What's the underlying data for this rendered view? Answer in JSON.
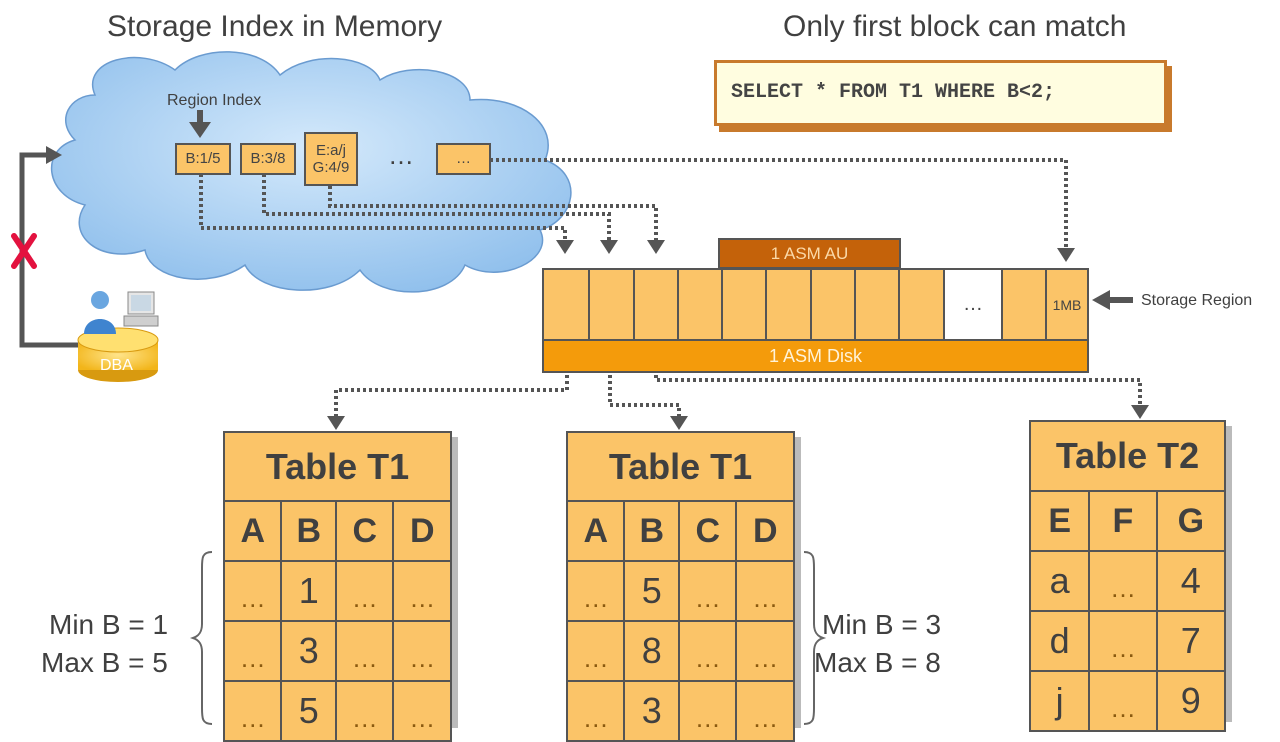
{
  "titles": {
    "left": "Storage Index in Memory",
    "right": "Only first block can match"
  },
  "query": "SELECT * FROM T1 WHERE B<2;",
  "region_index": {
    "label": "Region Index",
    "entries": [
      "B:1/5",
      "B:3/8",
      "E:a/j\nG:4/9",
      "…"
    ],
    "gap": "…"
  },
  "dba": {
    "label": "DBA"
  },
  "storage": {
    "au_label": "1 ASM AU",
    "disk_label": "1 ASM Disk",
    "region_cell": "1MB",
    "dots_cell": "…",
    "region_label": "Storage Region"
  },
  "tables": [
    {
      "name": "Table T1",
      "columns": [
        "A",
        "B",
        "C",
        "D"
      ],
      "rows": [
        [
          "…",
          "1",
          "…",
          "…"
        ],
        [
          "…",
          "3",
          "…",
          "…"
        ],
        [
          "…",
          "5",
          "…",
          "…"
        ]
      ],
      "min_label": "Min B = 1",
      "max_label": "Max B = 5"
    },
    {
      "name": "Table T1",
      "columns": [
        "A",
        "B",
        "C",
        "D"
      ],
      "rows": [
        [
          "…",
          "5",
          "…",
          "…"
        ],
        [
          "…",
          "8",
          "…",
          "…"
        ],
        [
          "…",
          "3",
          "…",
          "…"
        ]
      ],
      "min_label": "Min B = 3",
      "max_label": "Max B = 8"
    },
    {
      "name": "Table T2",
      "columns": [
        "E",
        "F",
        "G"
      ],
      "rows": [
        [
          "a",
          "…",
          "4"
        ],
        [
          "d",
          "…",
          "7"
        ],
        [
          "j",
          "…",
          "9"
        ]
      ]
    }
  ],
  "colors": {
    "cell_fill": "#fbc468",
    "disk_fill": "#f49b0b",
    "au_fill": "#c4620a",
    "cloud_fill": "#9fcaf0",
    "match_check": "#3cb043",
    "reject_cross": "#e3123f"
  }
}
